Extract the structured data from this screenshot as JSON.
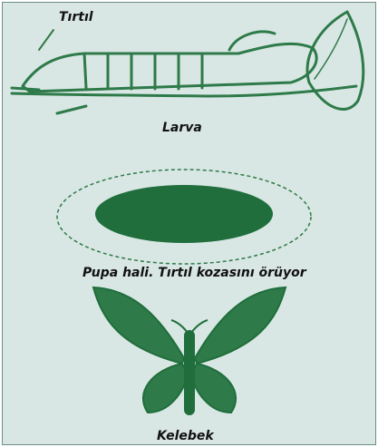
{
  "labels": {
    "tirtil": "Tırtıl",
    "larva": "Larva",
    "pupa": "Pupa hali. Tırtıl kozasını örüyor",
    "kelebek": "Kelebek"
  },
  "colors": {
    "background": "#d9e7e4",
    "ink": "#2e7a49",
    "ink_dark": "#1f6e3c",
    "text": "#111111"
  }
}
